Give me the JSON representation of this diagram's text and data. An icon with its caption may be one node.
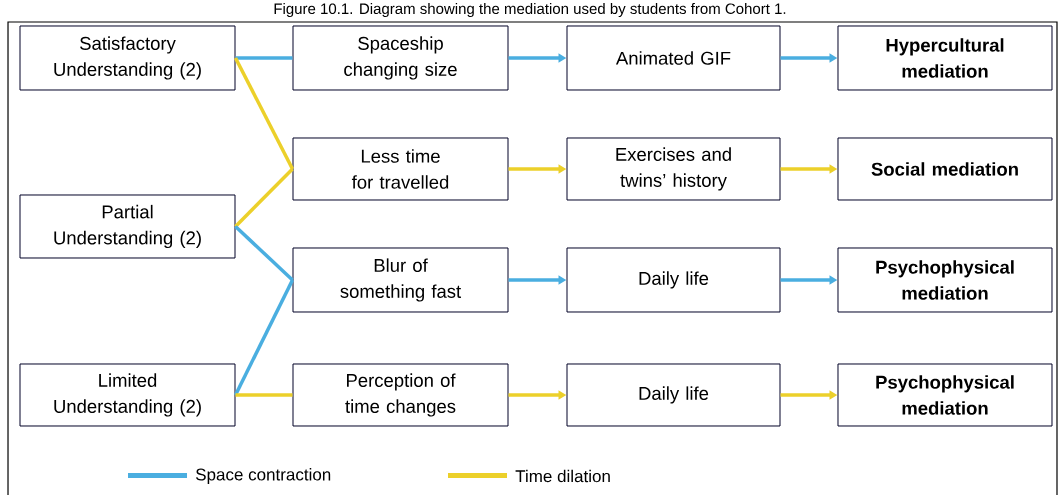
{
  "diagram": {
    "title": "Figure 10.1. Diagram showing the mediation used by students from Cohort 1.",
    "nodes": [
      {
        "text": [
          "Satisfactory Understanding (2)"
        ]
      },
      {
        "text": [
          "Spaceship changing size"
        ]
      },
      {
        "text": [
          "Animated GIF"
        ]
      },
      {
        "text": [
          "Hypercultural mediation"
        ]
      },
      {
        "text": [
          "Less time for travelled"
        ]
      },
      {
        "text": [
          "Exercises and twins’ history"
        ]
      },
      {
        "text": [
          "Social mediation"
        ]
      },
      {
        "text": [
          "Partial Understanding (2)"
        ]
      },
      {
        "text": [
          "Blur of something fast"
        ]
      },
      {
        "text": [
          "Daily life"
        ]
      },
      {
        "text": [
          "Psychophysical mediation"
        ]
      },
      {
        "text": [
          "Limited Understanding (2)"
        ]
      },
      {
        "text": [
          "Perception of time changes"
        ]
      },
      {
        "text": [
          "Daily life"
        ]
      },
      {
        "text": [
          "Psychophysical mediation"
        ]
      }
    ],
    "edges": [
      {
        "from": 0,
        "to": 1,
        "arrow": "none",
        "color": "#4aaee0"
      },
      {
        "from": 1,
        "to": 2,
        "arrow": "to",
        "color": "#4aaee0"
      },
      {
        "from": 2,
        "to": 3,
        "arrow": "to",
        "color": "#4aaee0"
      },
      {
        "from": 0,
        "to": 4,
        "arrow": "none",
        "color": "#ecd02a"
      },
      {
        "from": 7,
        "to": 4,
        "arrow": "none",
        "color": "#ecd02a"
      },
      {
        "from": 4,
        "to": 5,
        "arrow": "to",
        "color": "#ecd02a"
      },
      {
        "from": 5,
        "to": 6,
        "arrow": "to",
        "color": "#ecd02a"
      },
      {
        "from": 7,
        "to": 8,
        "arrow": "none",
        "color": "#4aaee0"
      },
      {
        "from": 11,
        "to": 8,
        "arrow": "none",
        "color": "#4aaee0"
      },
      {
        "from": 8,
        "to": 9,
        "arrow": "to",
        "color": "#4aaee0"
      },
      {
        "from": 9,
        "to": 10,
        "arrow": "to",
        "color": "#4aaee0"
      },
      {
        "from": 11,
        "to": 12,
        "arrow": "none",
        "color": "#ecd02a"
      },
      {
        "from": 12,
        "to": 13,
        "arrow": "to",
        "color": "#ecd02a"
      },
      {
        "from": 13,
        "to": 14,
        "arrow": "to",
        "color": "#ecd02a"
      }
    ],
    "legend": [
      {
        "text": "Space contraction",
        "color": "#4aaee0"
      },
      {
        "text": "Time dilation",
        "color": "#ecd02a"
      }
    ]
  }
}
